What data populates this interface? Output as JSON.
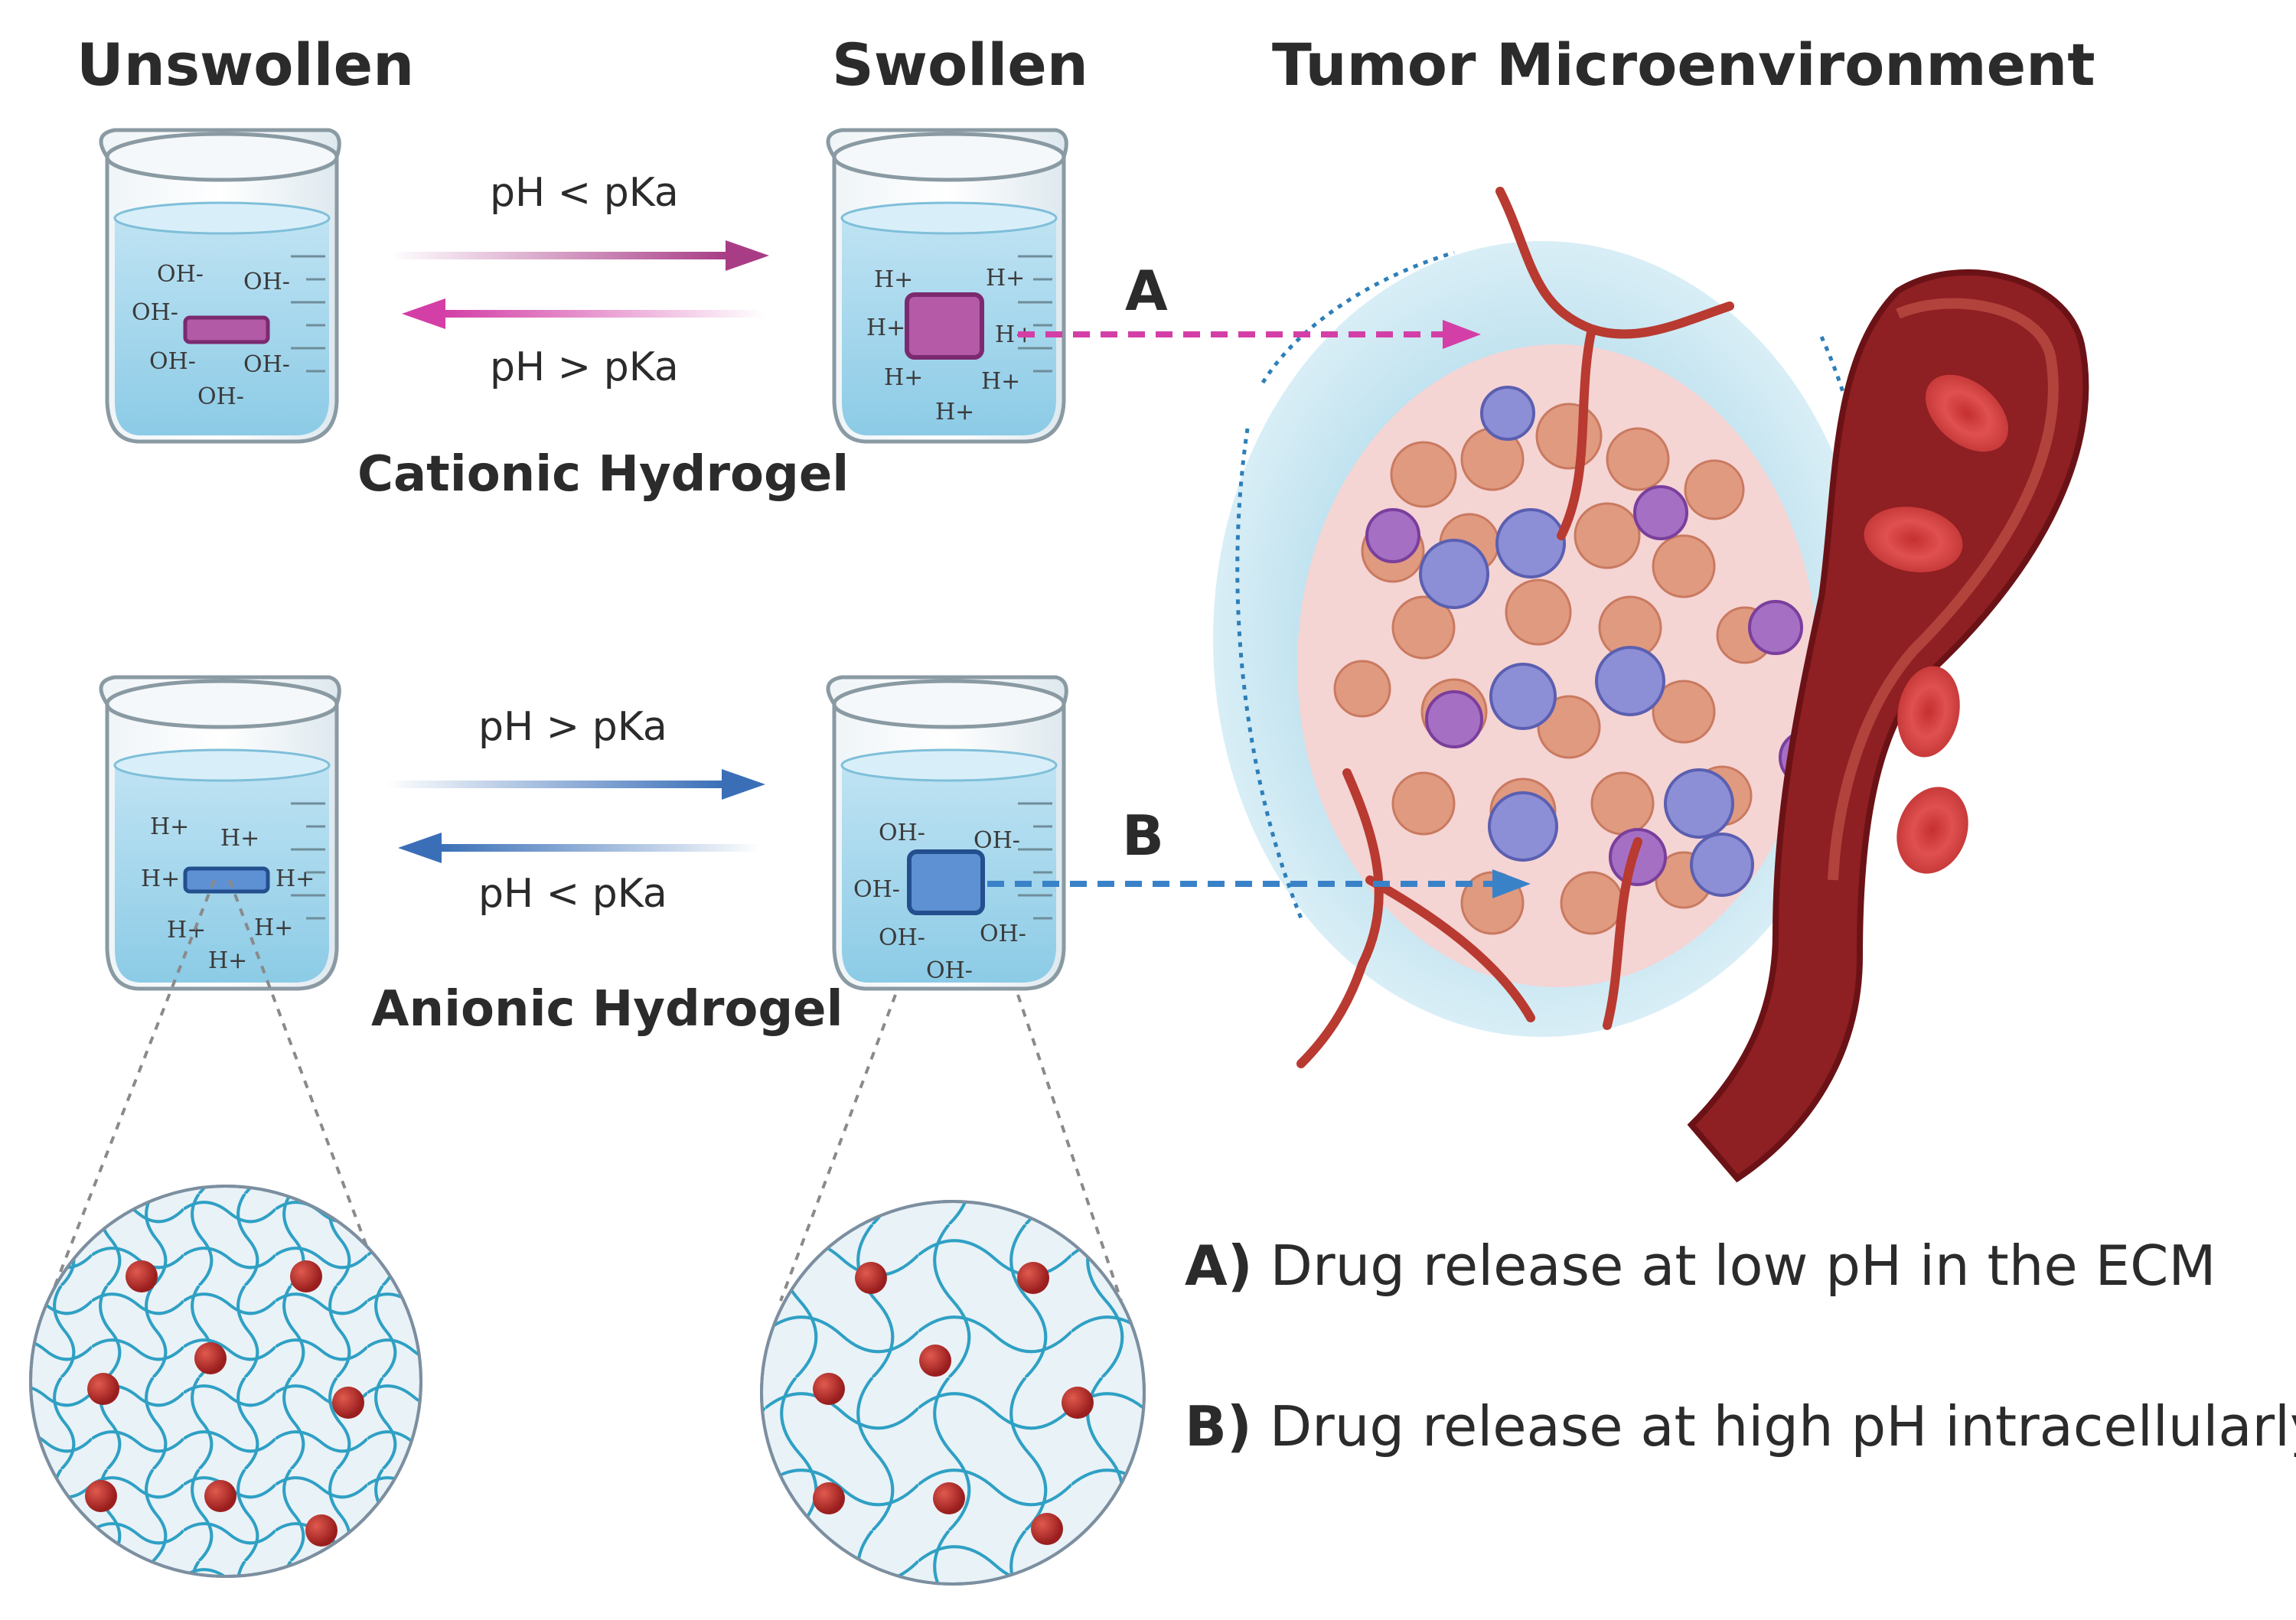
{
  "headers": {
    "unswollen": "Unswollen",
    "swollen": "Swollen",
    "tumor": "Tumor Microenvironment"
  },
  "cationic": {
    "arrow_forward_label": "pH < pKa",
    "arrow_back_label": "pH > pKa",
    "title": "Cationic Hydrogel",
    "unswollen_ions": [
      "OH-",
      "OH-",
      "OH-",
      "OH-",
      "OH-",
      "OH-"
    ],
    "swollen_ions": [
      "H+",
      "H+",
      "H+",
      "H+",
      "H+",
      "H+",
      "H+"
    ],
    "color": "#b0418f"
  },
  "anionic": {
    "arrow_forward_label": "pH > pKa",
    "arrow_back_label": "pH < pKa",
    "title": "Anionic Hydrogel",
    "unswollen_ions": [
      "H+",
      "H+",
      "H+",
      "H+",
      "H+",
      "H+",
      "H+"
    ],
    "swollen_ions": [
      "OH-",
      "OH-",
      "OH-",
      "OH-",
      "OH-",
      "OH-"
    ],
    "color": "#3a6fb8"
  },
  "pathways": {
    "a_letter": "A",
    "b_letter": "B"
  },
  "legend": {
    "a_key": "A)",
    "a_text": "Drug release at low pH in the ECM",
    "b_key": "B)",
    "b_text": "Drug release at high pH intracellularly"
  }
}
